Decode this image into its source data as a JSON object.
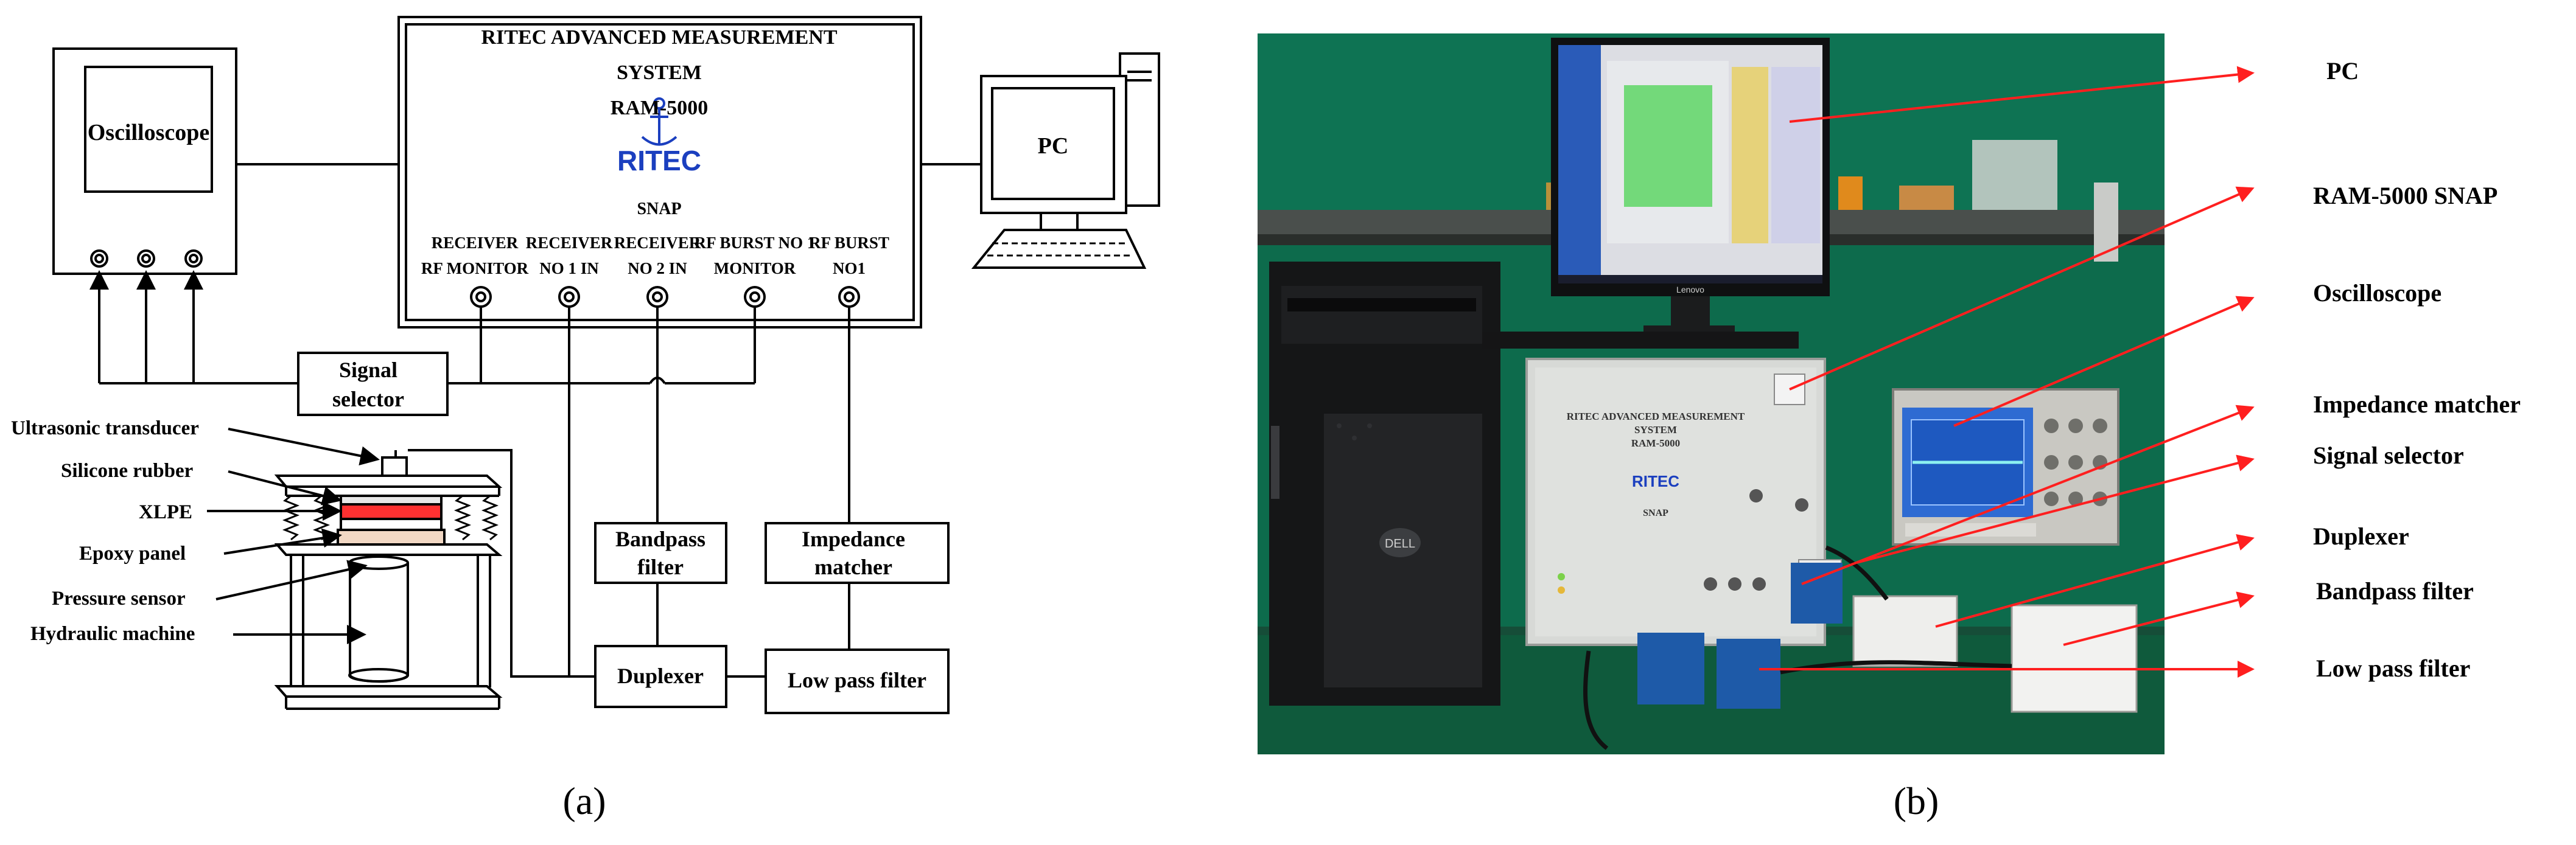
{
  "panel_a": {
    "caption": "(a)",
    "oscilloscope_label": "Oscilloscope",
    "pc_label": "PC",
    "ritec_title_line1": "RITEC ADVANCED MEASUREMENT",
    "ritec_title_line2": "SYSTEM",
    "ritec_model": "RAM-5000",
    "ritec_logo": "RITEC",
    "ritec_snap": "SNAP",
    "ports": [
      {
        "line1": "RECEIVER",
        "line2": "RF MONITOR"
      },
      {
        "line1": "RECEIVER",
        "line2": "NO 1 IN"
      },
      {
        "line1": "RECEIVER",
        "line2": "NO 2 IN"
      },
      {
        "line1": "RF BURST NO 1",
        "line2": "MONITOR"
      },
      {
        "line1": "RF BURST",
        "line2": "NO1"
      }
    ],
    "signal_selector": {
      "line1": "Signal",
      "line2": "selector"
    },
    "bandpass_filter": {
      "line1": "Bandpass",
      "line2": "filter"
    },
    "impedance_matcher": {
      "line1": "Impedance",
      "line2": "matcher"
    },
    "duplexer": "Duplexer",
    "low_pass_filter": "Low pass filter",
    "specimen_labels": [
      "Ultrasonic transducer",
      "Silicone rubber",
      "XLPE",
      "Epoxy panel",
      "Pressure sensor",
      "Hydraulic machine"
    ]
  },
  "panel_b": {
    "caption": "(b)",
    "labels": [
      "PC",
      "RAM-5000 SNAP",
      "Oscilloscope",
      "Impedance matcher",
      "Signal selector",
      "Duplexer",
      "Bandpass filter",
      "Low pass filter"
    ],
    "monitor_brand": "Lenovo",
    "tower_brand": "DELL",
    "device_title_line1": "RITEC ADVANCED MEASUREMENT",
    "device_title_line2": "SYSTEM",
    "device_model": "RAM-5000",
    "device_logo": "RITEC",
    "device_snap": "SNAP"
  },
  "colors": {
    "arrow_red": "#ff1f1f",
    "ritec_blue": "#1b3fbf",
    "wall_green": "#0d6b4c",
    "bench_green": "#0f5a3c",
    "device_gray": "#d7d9d6",
    "box_blue": "#1e5aa8"
  }
}
